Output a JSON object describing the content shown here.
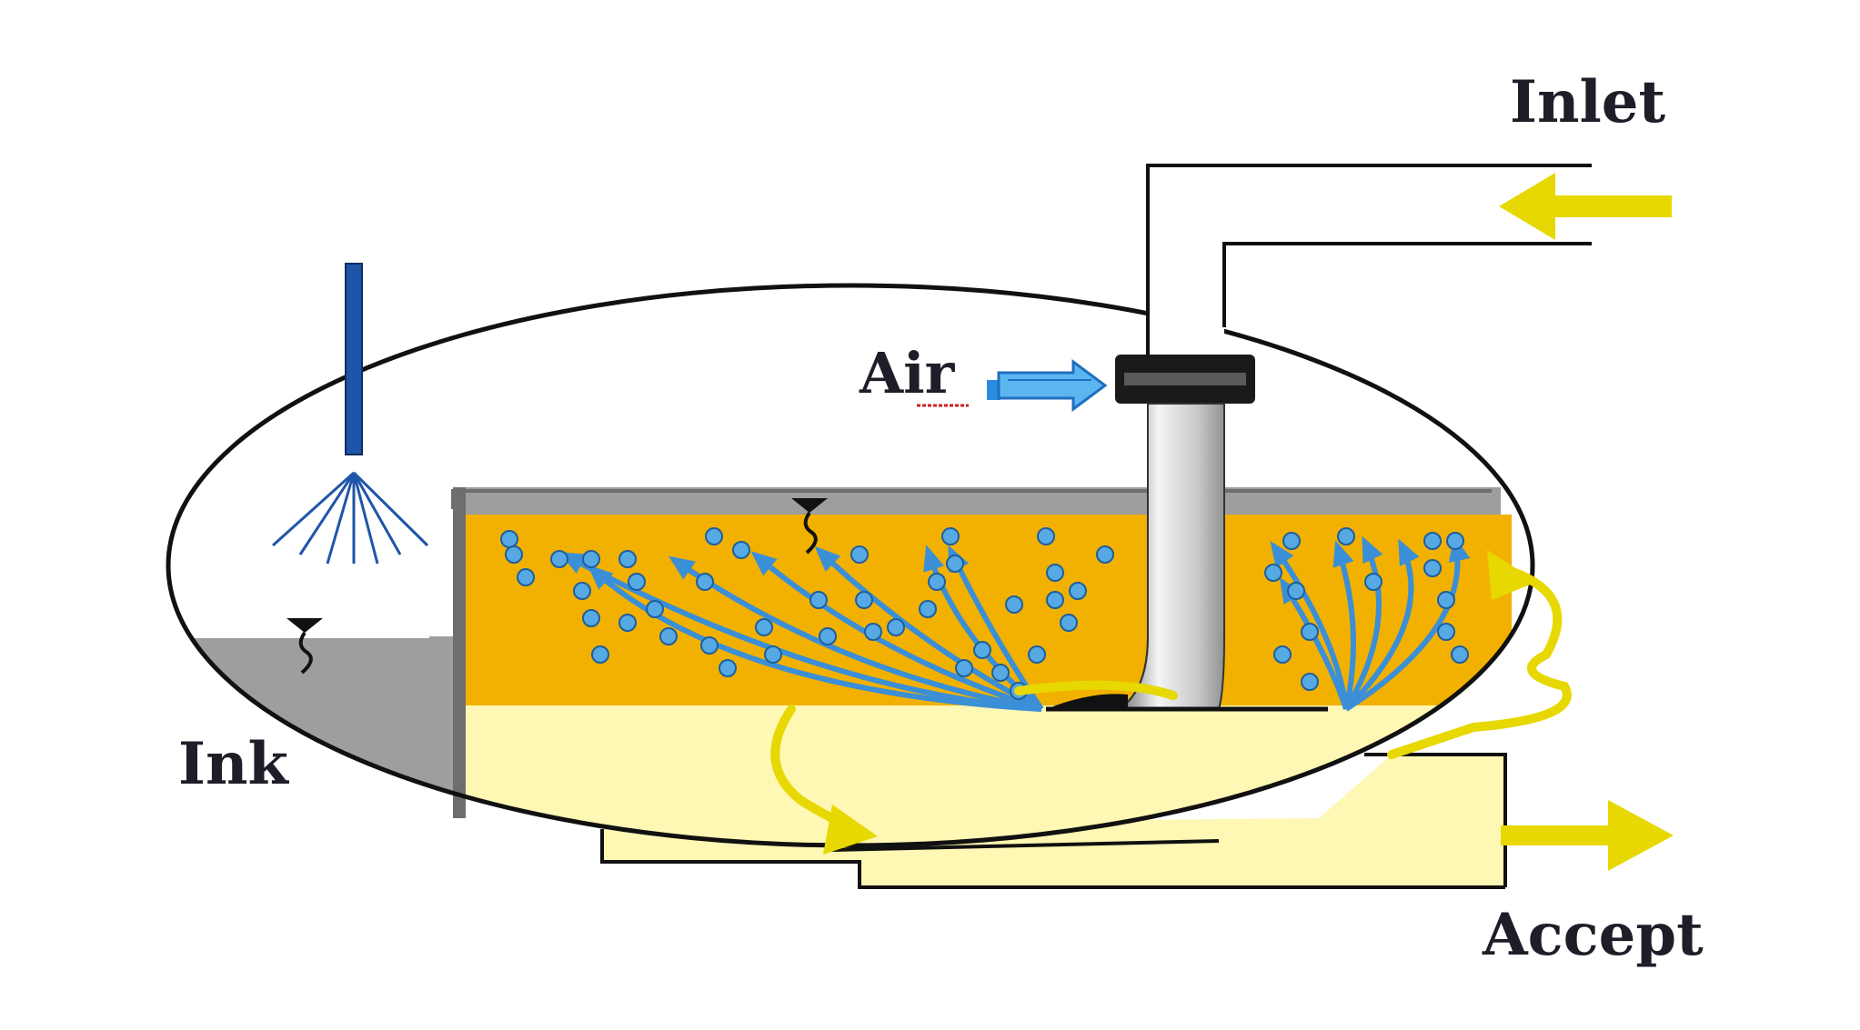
{
  "labels": {
    "inlet": "Inlet",
    "air": "Air",
    "ink": "Ink",
    "accept": "Accept"
  },
  "colors": {
    "froth": "#f2b100",
    "pulp": "#fff7b4",
    "ink_layer": "#9e9e9e",
    "bubble": "#56a9e2",
    "bubble_path": "#3b8fd6",
    "flow_arrow": "#e6d800",
    "spray_nozzle": "#1f55a8",
    "outline": "#111111"
  },
  "icons": {
    "water_level": "water-level-marker-icon",
    "spray": "spray-nozzle-icon"
  }
}
